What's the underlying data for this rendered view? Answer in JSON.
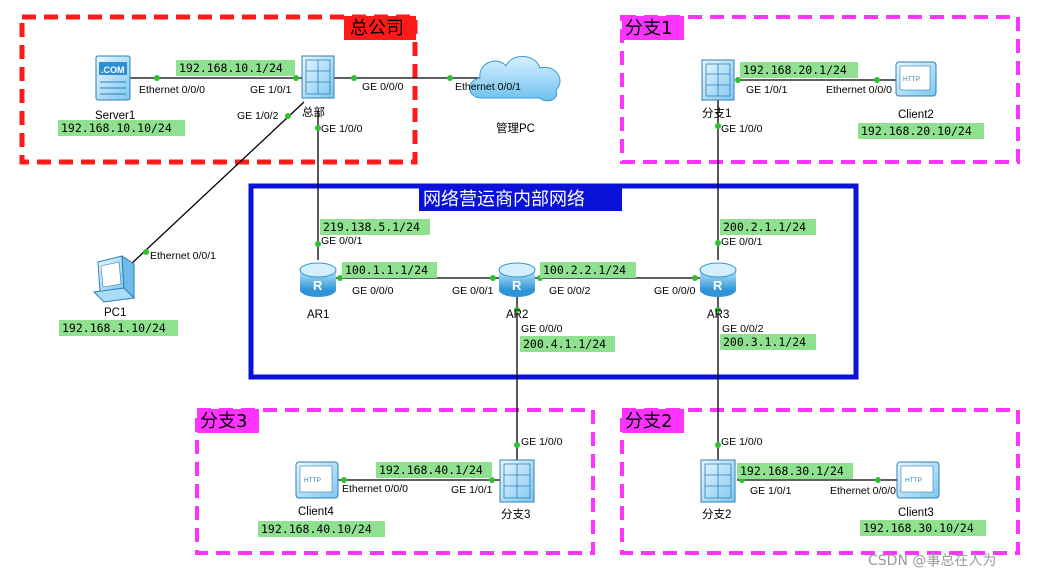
{
  "zones": {
    "hq": "总公司",
    "branch1": "分支1",
    "branch2": "分支2",
    "branch3": "分支3",
    "isp": "网络营运商内部网络"
  },
  "devices": {
    "server1": "Server1",
    "server1_badge": ".COM",
    "hq_switch": "总部",
    "cloud": "管理PC",
    "pc1": "PC1",
    "branch1_fw": "分支1",
    "client2": "Client2",
    "branch2_fw": "分支2",
    "client3": "Client3",
    "branch3_fw": "分支3",
    "client4": "Client4",
    "client_badge": "HTTP",
    "ar1": "AR1",
    "ar2": "AR2",
    "ar3": "AR3",
    "router_glyph": "R"
  },
  "ips": {
    "server1": "192.168.10.10/24",
    "hq_g1": "192.168.10.1/24",
    "pc1": "192.168.1.10/24",
    "hq_wan": "219.138.5.1/24",
    "ar1_ar2": "100.1.1.1/24",
    "ar2_ar3": "100.2.2.1/24",
    "ar3_b1": "200.2.1.1/24",
    "b1_lan": "192.168.20.1/24",
    "client2": "192.168.20.10/24",
    "ar2_b3": "200.4.1.1/24",
    "ar3_b2": "200.3.1.1/24",
    "b3_lan": "192.168.40.1/24",
    "client4": "192.168.40.10/24",
    "b2_lan": "192.168.30.1/24",
    "client3": "192.168.30.10/24"
  },
  "ports": {
    "server_eth": "Ethernet 0/0/0",
    "hq_ge101": "GE 1/0/1",
    "hq_ge000": "GE 0/0/0",
    "cloud_eth": "Ethernet 0/0/1",
    "hq_ge102": "GE 1/0/2",
    "hq_ge100": "GE 1/0/0",
    "pc1_eth": "Ethernet 0/0/1",
    "ar1_ge001": "GE 0/0/1",
    "ar1_ge000": "GE 0/0/0",
    "ar2_ge001": "GE 0/0/1",
    "ar2_ge002": "GE 0/0/2",
    "ar3_ge000": "GE 0/0/0",
    "ar3_ge001": "GE 0/0/1",
    "b1_ge101": "GE 1/0/1",
    "b1_ge100": "GE 1/0/0",
    "client2_eth": "Ethernet 0/0/0",
    "ar2_ge000": "GE 0/0/0",
    "ar3_ge002": "GE 0/0/2",
    "b3_ge100": "GE 1/0/0",
    "b3_ge101": "GE 1/0/1",
    "client4_eth": "Ethernet 0/0/0",
    "b2_ge100": "GE 1/0/0",
    "b2_ge101": "GE 1/0/1",
    "client3_eth": "Ethernet 0/0/0"
  },
  "watermark": "CSDN @事总在人为",
  "colors": {
    "hq_border": "#ff1a1a",
    "branch_border": "#ff33ff",
    "isp_border": "#0a12d8",
    "ip_label_bg": "#8fe08f",
    "link": "#000000",
    "port_dot": "#2fbf2f",
    "device_blue": "#5bb8ea"
  }
}
